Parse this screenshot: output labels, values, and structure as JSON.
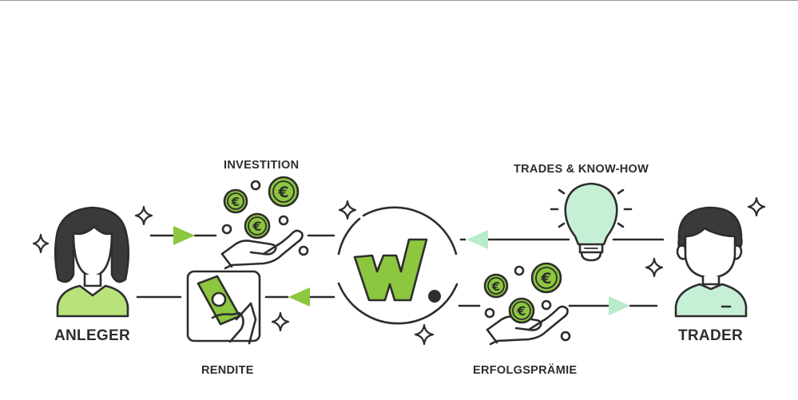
{
  "labels": {
    "investition": "INVESTITION",
    "trades_knowhow": "TRADES & KNOW-HOW",
    "anleger": "ANLEGER",
    "trader": "TRADER",
    "rendite": "RENDITE",
    "erfolgspraemie": "ERFOLGSPRÄMIE"
  },
  "icons": {
    "investor": "woman-avatar-icon",
    "trader": "man-avatar-icon",
    "platform": "w-logo-icon",
    "investment": "hand-with-euro-coins-icon",
    "return": "banknote-card-icon",
    "knowhow": "light-bulb-icon",
    "bonus": "hand-with-euro-coins-icon",
    "currency_symbol": "€"
  },
  "colors": {
    "lime": "#8dc63f",
    "lime_light": "#b8e27a",
    "mint": "#c6f0d6",
    "mint_arrow": "#b9eccb",
    "outline": "#2d2d2d",
    "skin": "#ffffff"
  }
}
